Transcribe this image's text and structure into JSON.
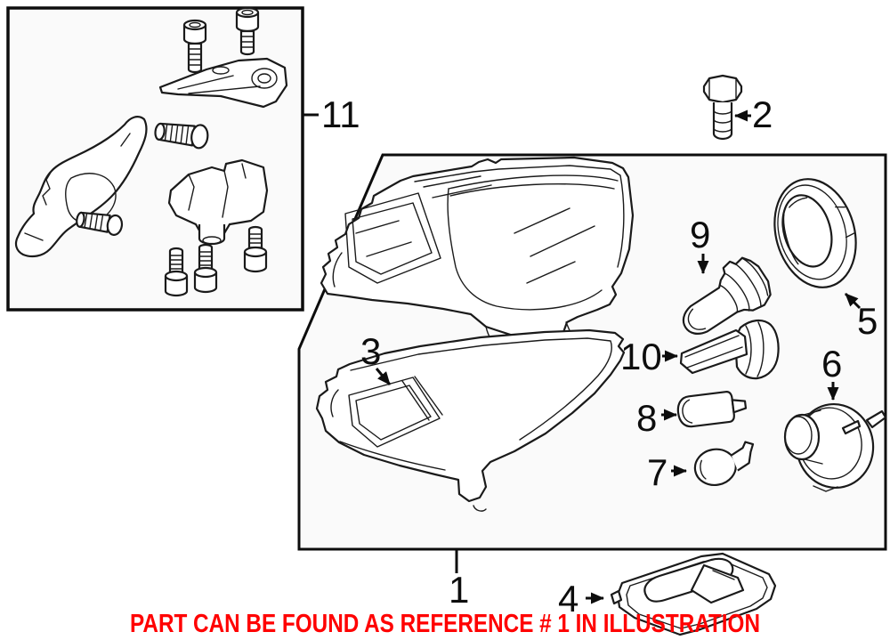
{
  "note": {
    "text": "PART CAN BE FOUND AS REFERENCE # 1 IN ILLUSTRATION",
    "color": "#ff0000"
  },
  "colors": {
    "line": "#1a1a1a",
    "panel_fill": "#fafafa",
    "background": "#ffffff"
  },
  "callouts": [
    {
      "label": "11"
    },
    {
      "label": "2"
    },
    {
      "label": "3"
    },
    {
      "label": "9"
    },
    {
      "label": "5"
    },
    {
      "label": "10"
    },
    {
      "label": "8"
    },
    {
      "label": "7"
    },
    {
      "label": "6"
    },
    {
      "label": "1"
    },
    {
      "label": "4"
    }
  ]
}
